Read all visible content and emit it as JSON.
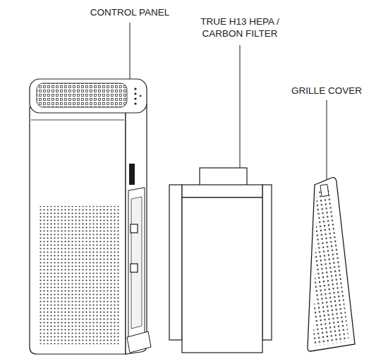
{
  "diagram": {
    "labels": [
      "CONTROL PANEL",
      "TRUE H13 HEPA / CARBON FILTER",
      "GRILLE COVER"
    ]
  }
}
